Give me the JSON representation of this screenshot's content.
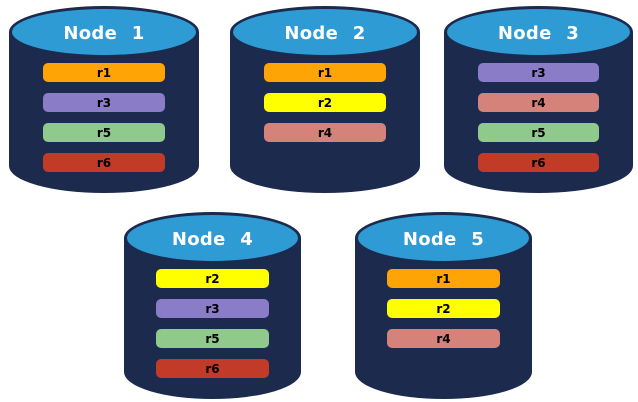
{
  "colors": {
    "background": "#FFFFFF",
    "cylinder_body": "#1B2A4D",
    "cylinder_top": "#2E9BD5",
    "node_label_text": "#FFFFFF",
    "replica_label_text": "#000000",
    "replicas": {
      "r1": "#FFA405",
      "r2": "#FFFF00",
      "r3": "#8A7CC7",
      "r4": "#D5837A",
      "r5": "#90C98C",
      "r6": "#C23A28"
    }
  },
  "nodes": [
    {
      "label": "Node 1",
      "replicas": [
        "r1",
        "r3",
        "r5",
        "r6"
      ]
    },
    {
      "label": "Node 2",
      "replicas": [
        "r1",
        "r2",
        "r4"
      ]
    },
    {
      "label": "Node 3",
      "replicas": [
        "r3",
        "r4",
        "r5",
        "r6"
      ]
    },
    {
      "label": "Node 4",
      "replicas": [
        "r2",
        "r3",
        "r5",
        "r6"
      ]
    },
    {
      "label": "Node 5",
      "replicas": [
        "r1",
        "r2",
        "r4"
      ]
    }
  ]
}
